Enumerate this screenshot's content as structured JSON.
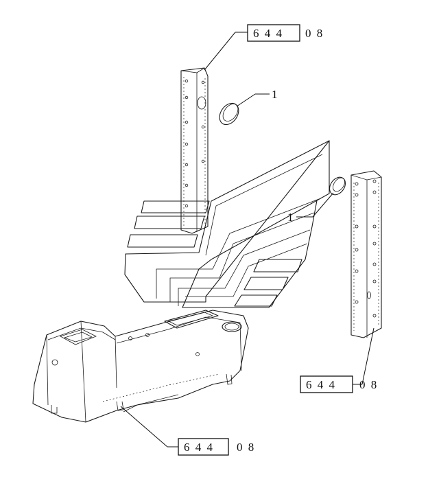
{
  "diagram": {
    "references": [
      {
        "id": "ref-top",
        "code": "6 4 4",
        "suffix": "0 8"
      },
      {
        "id": "ref-right",
        "code": "6 4 4",
        "suffix": "0 8"
      },
      {
        "id": "ref-bottom",
        "code": "6 4 4",
        "suffix": "0 8"
      }
    ],
    "callouts": [
      {
        "id": "callout-1a",
        "text": "1"
      },
      {
        "id": "callout-1b",
        "text": "1"
      }
    ]
  }
}
